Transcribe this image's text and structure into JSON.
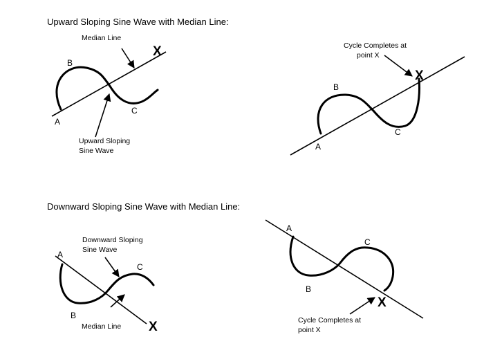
{
  "titles": {
    "upward": "Upward Sloping Sine Wave with Median Line:",
    "downward": "Downward Sloping Sine Wave with Median Line:"
  },
  "upward_left": {
    "median_label": "Median Line",
    "wave_label_1": "Upward Sloping",
    "wave_label_2": "Sine Wave",
    "a": "A",
    "b": "B",
    "c": "C",
    "x": "X"
  },
  "upward_right": {
    "cycle_label_1": "Cycle Completes at",
    "cycle_label_2": "point X",
    "a": "A",
    "b": "B",
    "c": "C",
    "x": "X"
  },
  "downward_left": {
    "wave_label_1": "Downward Sloping",
    "wave_label_2": "Sine Wave",
    "median_label": "Median Line",
    "a": "A",
    "b": "B",
    "c": "C",
    "x": "X"
  },
  "downward_right": {
    "cycle_label_1": "Cycle Completes at",
    "cycle_label_2": "point X",
    "a": "A",
    "b": "B",
    "c": "C",
    "x": "X"
  }
}
